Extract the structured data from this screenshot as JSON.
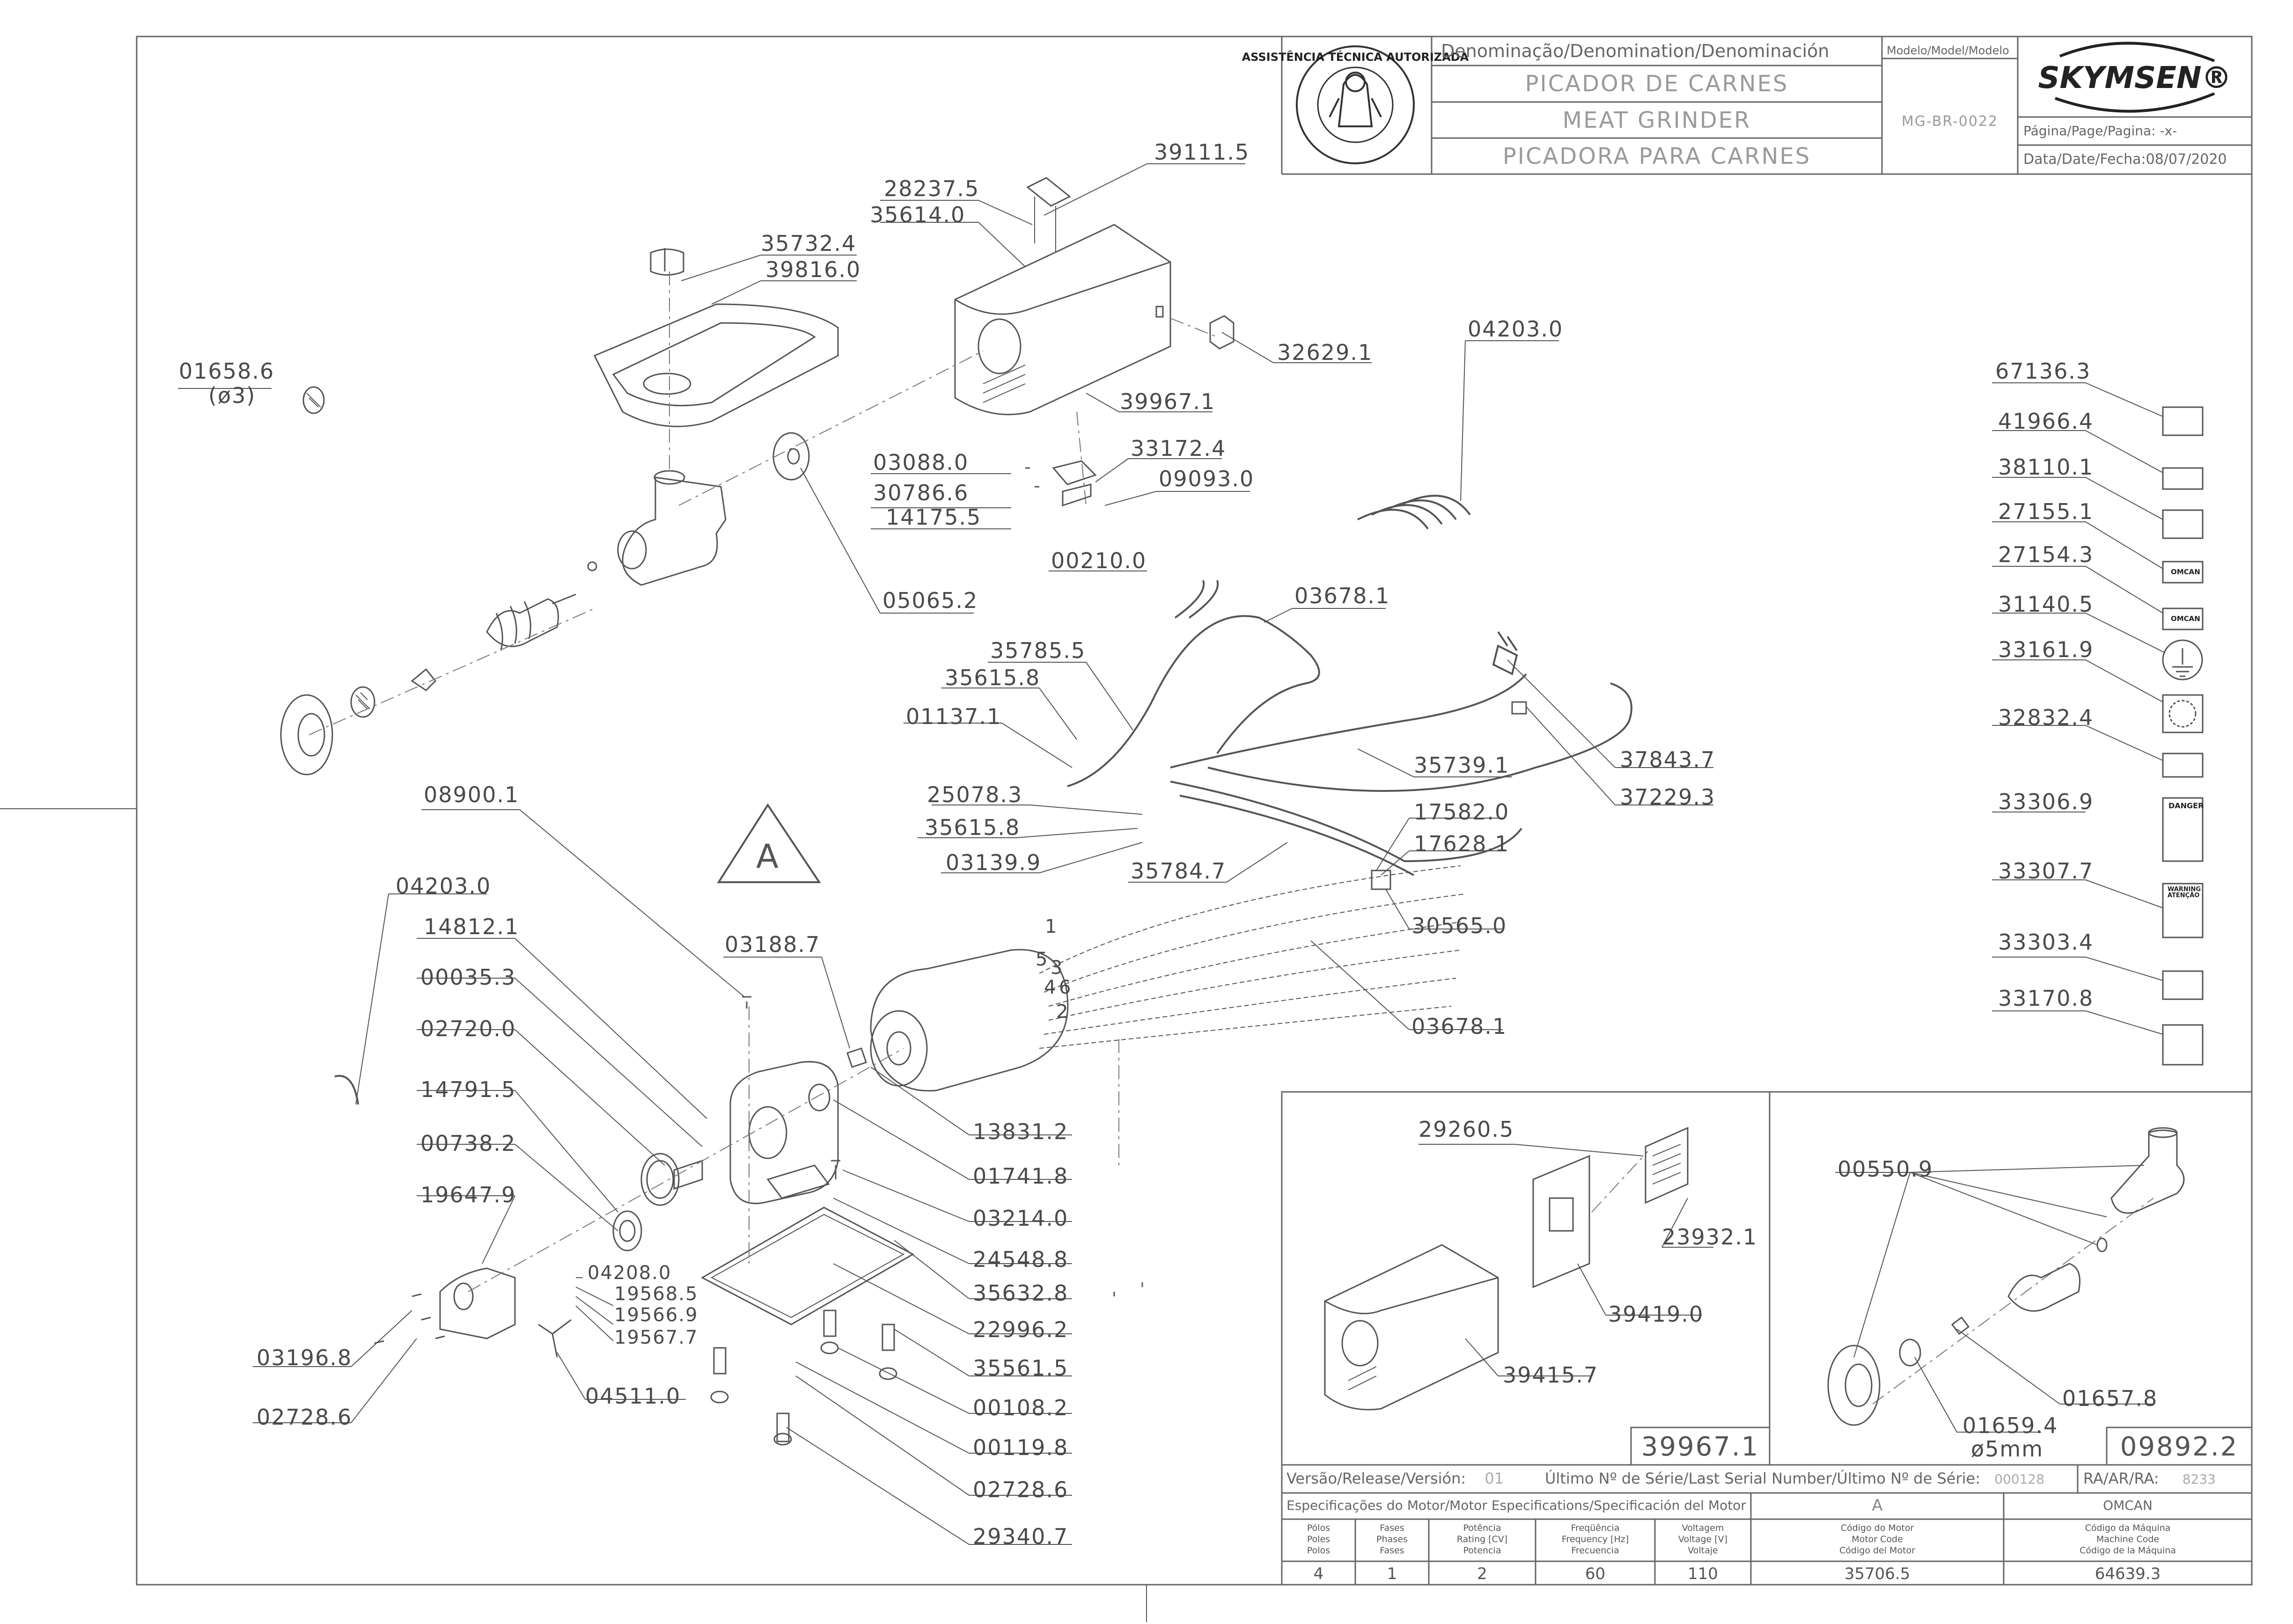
{
  "title_block": {
    "denomination_label": "Denominação/Denomination/Denominación",
    "model_label": "Modelo/Model/Modelo",
    "name_pt": "PICADOR DE CARNES",
    "name_en": "MEAT GRINDER",
    "name_es": "PICADORA PARA CARNES",
    "model_value": "MG-BR-0022",
    "brand": "SKYMSEN®",
    "page_label": "Página/Page/Pagina:",
    "page_value": "-x-",
    "date_label": "Data/Date/Fecha:",
    "date_value": "08/07/2020",
    "seal_text": "ASSISTÊNCIA TÉCNICA AUTORIZADA"
  },
  "footer": {
    "release_label": "Versão/Release/Versión:",
    "release_value": "01",
    "serial_label": "Último Nº de Série/Last Serial Number/Último Nº de Série:",
    "serial_value": "000128",
    "ra_label": "RA/AR/RA:",
    "ra_value": "8233",
    "motor_spec_label": "Especificações do Motor/Motor Especifications/Specificación del Motor",
    "motor_variant": "A",
    "brand_code": "OMCAN",
    "headers": [
      "Pólos\nPoles\nPolos",
      "Fases\nPhases\nFases",
      "Potência\nRating [CV]\nPotencia",
      "Freqüência\nFrequency [Hz]\nFrecuencia",
      "Voltagem\nVoltage [V]\nVoltaje",
      "Código do Motor\nMotor Code\nCódigo del Motor",
      "Código da Máquina\nMachine Code\nCódigo de la Máquina"
    ],
    "values": [
      "4",
      "1",
      "2",
      "60",
      "110",
      "35706.5",
      "64639.3"
    ]
  },
  "inset_boxes": [
    {
      "code": "39967.1"
    },
    {
      "code": "09892.2"
    }
  ],
  "detail_marker": "A",
  "wire_numbers": [
    "1",
    "5",
    "3",
    "4",
    "6",
    "2"
  ],
  "part_labels": [
    "39111.5",
    "28237.5",
    "35614.0",
    "35732.4",
    "39816.0",
    "01658.6",
    "(ø3)",
    "32629.1",
    "39967.1",
    "04203.0",
    "03088.0",
    "30786.6",
    "14175.5",
    "33172.4",
    "09093.0",
    "05065.2",
    "00210.0",
    "03678.1",
    "35785.5",
    "35615.8",
    "01137.1",
    "35739.1",
    "37843.7",
    "37229.3",
    "25078.3",
    "35615.8",
    "03139.9",
    "35784.7",
    "17582.0",
    "17628.1",
    "30565.0",
    "08900.1",
    "04203.0",
    "14812.1",
    "00035.3",
    "02720.0",
    "14791.5",
    "00738.2",
    "19647.9",
    "03196.8",
    "02728.6",
    "04208.0",
    "19568.5",
    "19566.9",
    "19567.7",
    "04511.0",
    "03188.7",
    "13831.2",
    "01741.8",
    "03214.0",
    "24548.8",
    "35632.8",
    "22996.2",
    "35561.5",
    "00108.2",
    "00119.8",
    "02728.6",
    "29340.7",
    "03678.1",
    "67136.3",
    "41966.4",
    "38110.1",
    "27155.1",
    "27154.3",
    "31140.5",
    "33161.9",
    "32832.4",
    "33306.9",
    "33307.7",
    "33303.4",
    "33170.8",
    "29260.5",
    "23932.1",
    "39419.0",
    "39415.7",
    "00550.9",
    "01657.8",
    "01659.4",
    "ø5mm"
  ],
  "label_text": {
    "danger": "DANGER",
    "warning": "WARNING\nATENÇÃO",
    "omcan": "OMCAN"
  }
}
